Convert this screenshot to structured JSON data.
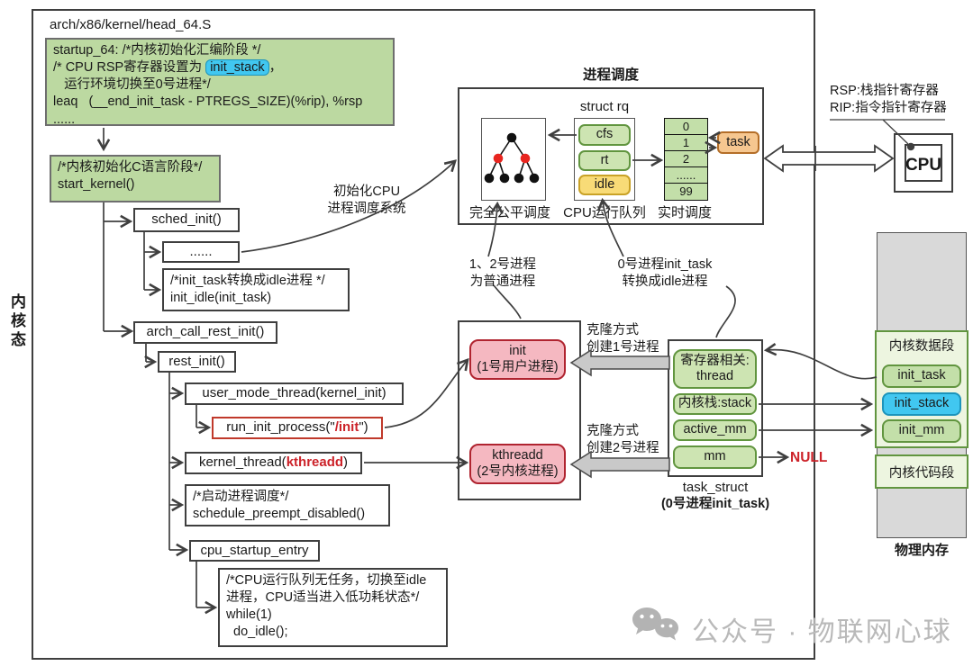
{
  "kernel_mode_label": "内核态",
  "header": {
    "file_path": "arch/x86/kernel/head_64.S"
  },
  "asm_box": {
    "line1": "startup_64: /*内核初始化汇编阶段 */",
    "line2_pre": "/* CPU RSP寄存器设置为 ",
    "line2_chip": "init_stack",
    "line2_post": "，",
    "line3": "   运行环境切换至0号进程*/",
    "line4": "leaq   (__end_init_task - PTREGS_SIZE)(%rip), %rsp",
    "line5": "......"
  },
  "flow": {
    "start_kernel": [
      "/*内核初始化C语言阶段*/",
      "start_kernel()"
    ],
    "sched_init": "sched_init()",
    "dots": "......",
    "init_idle": [
      "/*init_task转换成idle进程 */",
      "init_idle(init_task)"
    ],
    "arch_call_rest_init": "arch_call_rest_init()",
    "rest_init": "rest_init()",
    "user_mode_thread": "user_mode_thread(kernel_init)",
    "run_init_process": {
      "pre": "run_init_process(\"",
      "arg": "/init",
      "post": "\")"
    },
    "kernel_thread": {
      "pre": "kernel_thread(",
      "arg": "kthreadd",
      "post": ")"
    },
    "schedule": [
      "/*启动进程调度*/",
      "schedule_preempt_disabled()"
    ],
    "cpu_startup_entry": "cpu_startup_entry",
    "do_idle": [
      "/*CPU运行队列无任务，切换至idle",
      "进程，CPU适当进入低功耗状态*/",
      "while(1)",
      "  do_idle();"
    ]
  },
  "scheduler": {
    "title": "进程调度",
    "struct_rq_label": "struct rq",
    "cfs": "cfs",
    "rt": "rt",
    "idle": "idle",
    "queue_cells": [
      "0",
      "1",
      "2",
      "......",
      "99"
    ],
    "task": "task",
    "cfs_label": "完全公平调度",
    "rq_label": "CPU运行队列",
    "rt_label": "实时调度"
  },
  "annotations": {
    "init_sched": [
      "初始化CPU",
      "进程调度系统"
    ],
    "normal_procs": [
      "1、2号进程",
      "为普通进程"
    ],
    "idle_proc": [
      "0号进程init_task",
      "转换成idle进程"
    ],
    "clone1": [
      "克隆方式",
      "创建1号进程"
    ],
    "clone2": [
      "克隆方式",
      "创建2号进程"
    ],
    "rsp": "RSP:栈指针寄存器",
    "rip": "RIP:指令指针寄存器"
  },
  "cpu": {
    "label": "CPU"
  },
  "processes": {
    "init": [
      "init",
      "(1号用户进程)"
    ],
    "kthreadd": [
      "kthreadd",
      "(2号内核进程)"
    ]
  },
  "task_struct": {
    "thread": [
      "寄存器相关:",
      "thread"
    ],
    "stack": "内核栈:stack",
    "active_mm": "active_mm",
    "mm": "mm",
    "null_label": "NULL",
    "caption1": "task_struct",
    "caption2": "(0号进程init_task)"
  },
  "memory": {
    "data_segment": "内核数据段",
    "init_task": "init_task",
    "init_stack": "init_stack",
    "init_mm": "init_mm",
    "code_segment": "内核代码段",
    "caption": "物理内存"
  },
  "watermark": {
    "text": "公众号 · 物联网心球"
  },
  "colors": {
    "green_fill": "#bcd9a1",
    "green_chip": "#cde4b2",
    "cyan": "#41c7f0",
    "pink": "#f5b8c1",
    "red": "#cc2229",
    "yellow": "#f8db77",
    "orange": "#f6c790",
    "gray_memory": "#d9d9d9"
  }
}
